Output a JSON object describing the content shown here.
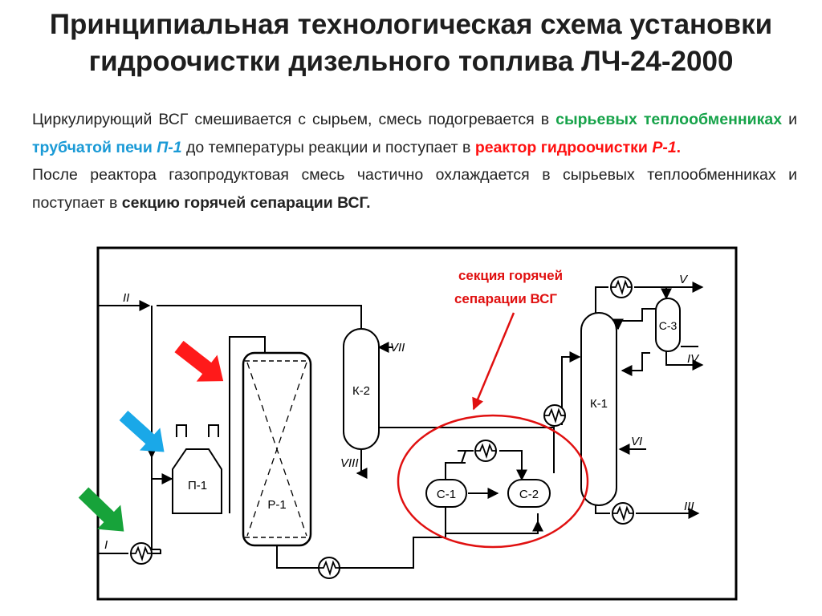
{
  "title": {
    "line1": "Принципиальная технологическая схема установки",
    "line2": "гидроочистки дизельного топлива ЛЧ-24-2000"
  },
  "paragraph1": {
    "t1": "Циркулирующий ВСГ смешивается с сырьем, смесь подогревается в ",
    "green": "сырьевых теплообменниках",
    "t2": " и ",
    "blue": "трубчатой печи ",
    "blue_italic": "П-1",
    "t3": " до температуры реакции и поступает в ",
    "red": "реактор гидроочистки ",
    "red_italic": "Р-1",
    "t4": "."
  },
  "paragraph2": {
    "t1": "После реактора газопродуктовая смесь частично охлаждается в сырьевых теплообменниках и поступает в ",
    "bold": "секцию горячей сепарации ВСГ."
  },
  "diagram": {
    "callout_line1": "секция горячей",
    "callout_line2": "сепарации ВСГ",
    "units": {
      "p1": "П-1",
      "r1": "Р-1",
      "k2": "К-2",
      "k1": "К-1",
      "c1": "С-1",
      "c2": "С-2",
      "c3": "С-3"
    },
    "streams": {
      "s1": "I",
      "s2": "II",
      "s3": "III",
      "s4": "IV",
      "s5": "V",
      "s6": "VI",
      "s7": "VII",
      "s8": "VIII"
    },
    "colors": {
      "red_arrow": "#ff1a1a",
      "blue_arrow": "#1aa8e8",
      "green_arrow": "#17a33a",
      "callout": "#e01010"
    }
  }
}
